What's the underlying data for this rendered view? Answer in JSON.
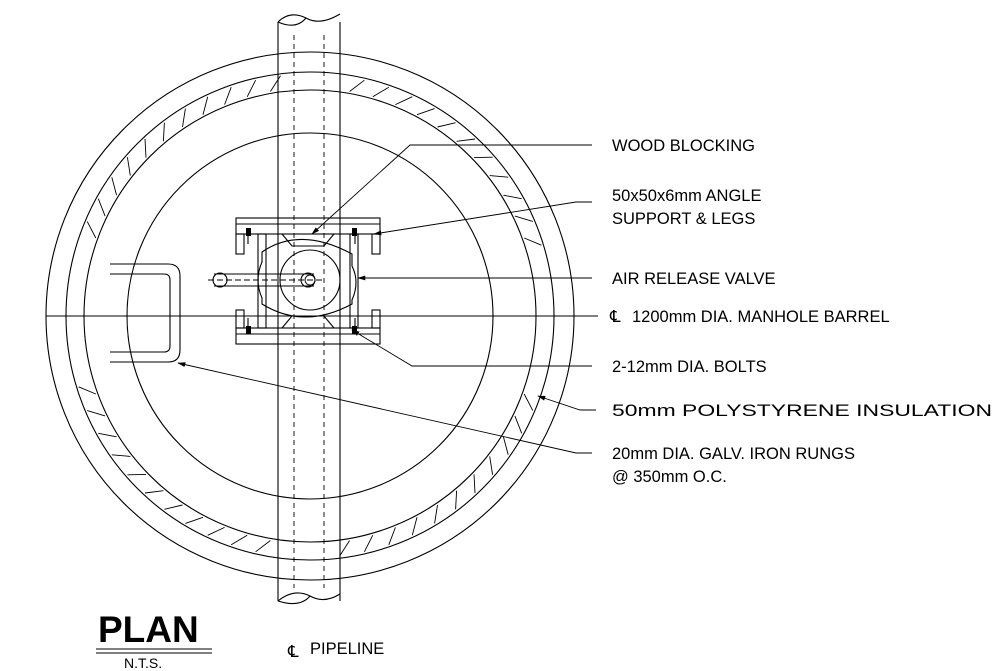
{
  "labels": {
    "wood_blocking": "WOOD BLOCKING",
    "angle_support_line1": "50x50x6mm ANGLE",
    "angle_support_line2": "SUPPORT & LEGS",
    "air_release_valve": "AIR RELEASE VALVE",
    "manhole_barrel": "1200mm DIA. MANHOLE BARREL",
    "bolts": "2-12mm DIA. BOLTS",
    "insulation": "50mm POLYSTYRENE INSULATION",
    "rungs_line1": "20mm DIA. GALV. IRON RUNGS",
    "rungs_line2": "@ 350mm O.C.",
    "pipeline": "PIPELINE"
  },
  "title": {
    "main": "PLAN",
    "scale": "N.T.S."
  },
  "symbols": {
    "centerline": "centerline-symbol"
  }
}
